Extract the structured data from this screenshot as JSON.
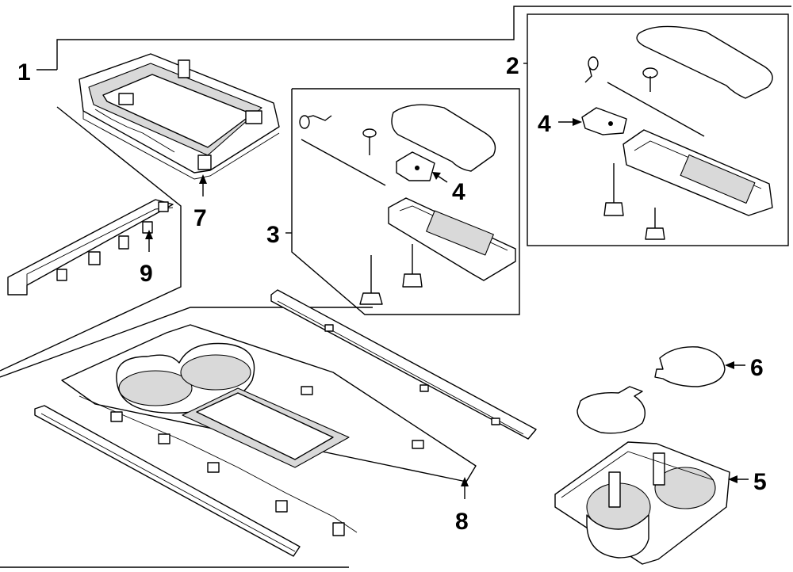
{
  "callouts": {
    "c1": "1",
    "c2": "2",
    "c3": "3",
    "c4a": "4",
    "c4b": "4",
    "c5": "5",
    "c6": "6",
    "c7": "7",
    "c8": "8",
    "c9": "9"
  },
  "colors": {
    "line": "#000000",
    "background": "#ffffff",
    "shade": "#d9d9d9"
  }
}
